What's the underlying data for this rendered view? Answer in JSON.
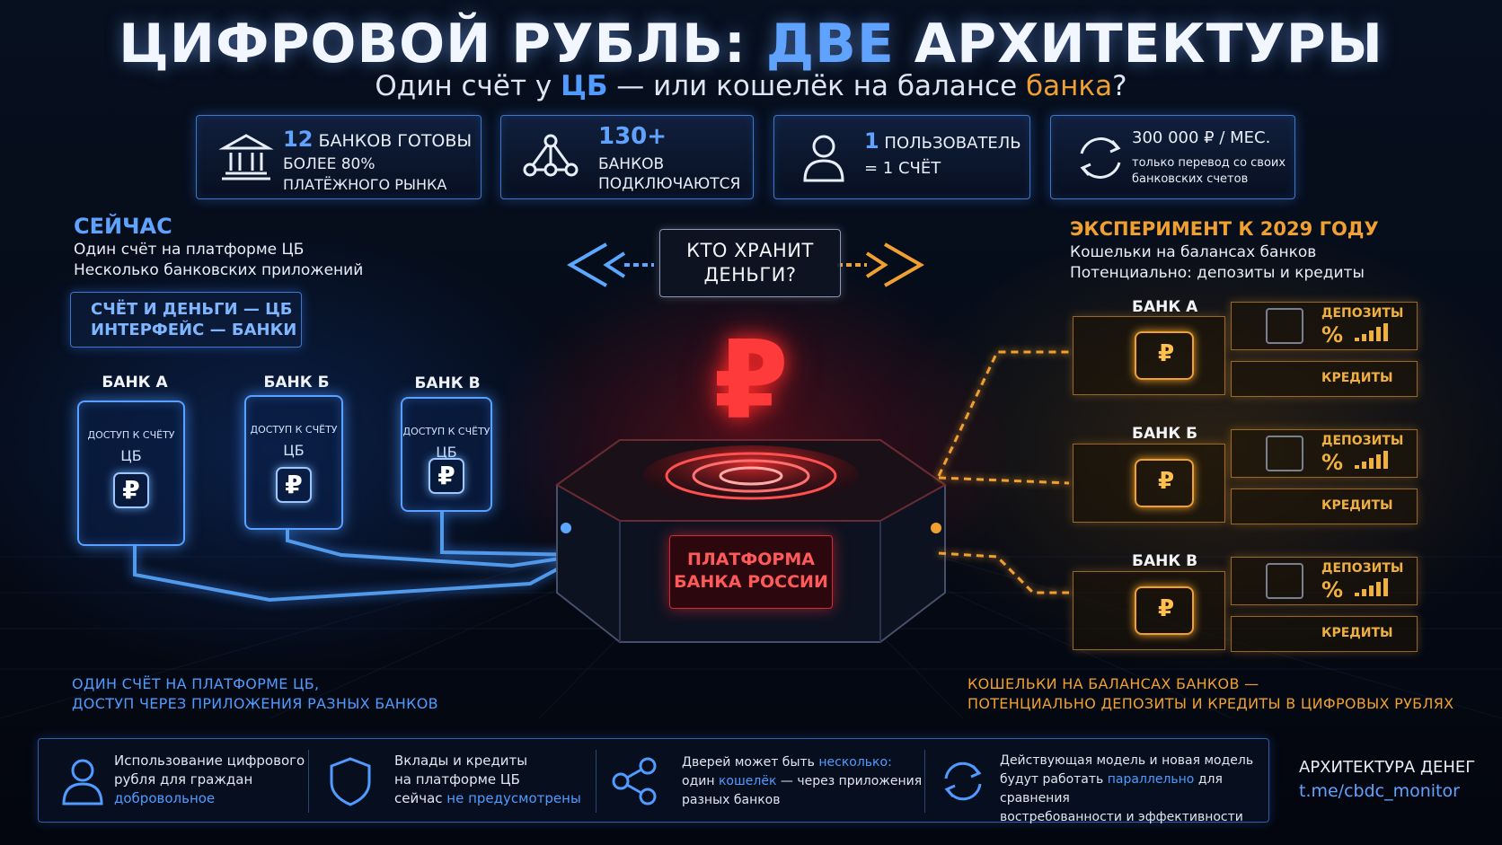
{
  "header": {
    "title_pre": "ЦИФРОВОЙ РУБЛЬ: ",
    "title_hl": "ДВЕ",
    "title_post": " АРХИТЕКТУРЫ",
    "sub_1": "Один счёт у ",
    "sub_cb": "ЦБ",
    "sub_2": " — или кошелёк на балансе ",
    "sub_bank": "банка",
    "sub_3": "?"
  },
  "stats": [
    {
      "num": "12",
      "line1": " БАНКОВ ГОТОВЫ",
      "line2": "БОЛЕЕ 80%",
      "line3": "ПЛАТЁЖНОГО РЫНКА",
      "icon": "bank-building-icon"
    },
    {
      "num": "130+",
      "line2": "БАНКОВ",
      "line3": "ПОДКЛЮЧАЮТСЯ",
      "icon": "network-icon"
    },
    {
      "num": "1",
      "line1": " ПОЛЬЗОВАТЕЛЬ",
      "line2": "= 1 СЧЁТ",
      "icon": "user-icon"
    },
    {
      "line1": "300 000 ₽ / МЕС.",
      "line2": "только перевод со своих",
      "line3": "банковских счетов",
      "icon": "refresh-arrows-icon"
    }
  ],
  "left": {
    "title": "СЕЙЧАС",
    "line1": "Один счёт на платформе ЦБ",
    "line2": "Несколько банковских приложений",
    "box1": "СЧЁТ И ДЕНЬГИ — ЦБ",
    "box2": "ИНТЕРФЕЙС — БАНКИ",
    "banks": [
      {
        "name": "БАНК А",
        "access": "ДОСТУП К СЧЁТУ",
        "cb": "ЦБ",
        "ruble": "₽"
      },
      {
        "name": "БАНК Б",
        "access": "ДОСТУП К СЧЁТУ",
        "cb": "ЦБ",
        "ruble": "₽"
      },
      {
        "name": "БАНК В",
        "access": "ДОСТУП К СЧЁТУ",
        "cb": "ЦБ",
        "ruble": "₽"
      }
    ],
    "caption1": "ОДИН СЧЁТ НА ПЛАТФОРМЕ ЦБ,",
    "caption2": "ДОСТУП ЧЕРЕЗ ПРИЛОЖЕНИЯ РАЗНЫХ БАНКОВ"
  },
  "center": {
    "question1": "КТО ХРАНИТ",
    "question2": "ДЕНЬГИ?",
    "ruble": "₽",
    "platform1": "ПЛАТФОРМА",
    "platform2": "БАНКА РОССИИ"
  },
  "right": {
    "title": "ЭКСПЕРИМЕНТ К 2029 ГОДУ",
    "line1": "Кошельки на балансах банков",
    "line2": "Потенциально: депозиты и кредиты",
    "banks": [
      {
        "name": "БАНК А",
        "deposits": "ДЕПОЗИТЫ",
        "pct": "%",
        "credits": "КРЕДИТЫ",
        "ruble": "₽"
      },
      {
        "name": "БАНК Б",
        "deposits": "ДЕПОЗИТЫ",
        "pct": "%",
        "credits": "КРЕДИТЫ",
        "ruble": "₽"
      },
      {
        "name": "БАНК В",
        "deposits": "ДЕПОЗИТЫ",
        "pct": "%",
        "credits": "КРЕДИТЫ",
        "ruble": "₽"
      }
    ],
    "caption1": "КОШЕЛЬКИ НА БАЛАНСАХ БАНКОВ —",
    "caption2": "ПОТЕНЦИАЛЬНО ДЕПОЗИТЫ И КРЕДИТЫ В ЦИФРОВЫХ РУБЛЯХ"
  },
  "bottom": [
    {
      "l1": "Использование цифрового",
      "l2": "рубля для граждан",
      "l3b": "добровольное",
      "icon": "user-icon"
    },
    {
      "l1": "Вклады и кредиты",
      "l2": "на платформе ЦБ",
      "l3a": "сейчас ",
      "l3b": "не предусмотрены",
      "icon": "shield-icon"
    },
    {
      "l1a": "Дверей может быть ",
      "l1b": "несколько:",
      "l2a": "один ",
      "l2b": "кошелёк",
      "l2c": " — через приложения",
      "l3": "разных банков",
      "icon": "share-nodes-icon"
    },
    {
      "l1": "Действующая модель и новая модель",
      "l2a": "будут работать ",
      "l2b": "параллельно",
      "l2c": " для сравнения",
      "l3": "востребованности и эффективности",
      "icon": "sync-arrows-icon"
    }
  ],
  "brand": {
    "name": "АРХИТЕКТУРА ДЕНЕГ",
    "link": "t.me/cbdc_monitor"
  },
  "colors": {
    "blue_accent": "#4f9bff",
    "red_accent": "#ff3a3a",
    "gold_accent": "#f0a030",
    "background": "#050a16"
  }
}
